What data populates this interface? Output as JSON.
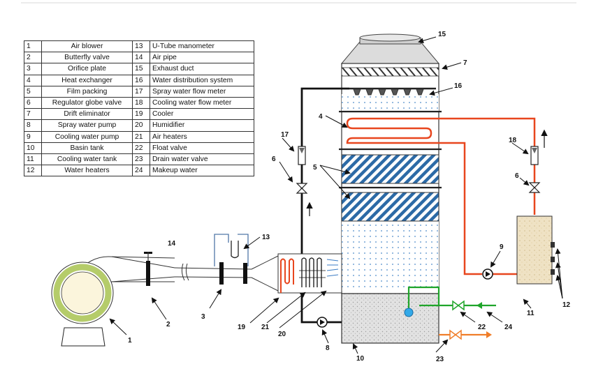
{
  "legend": {
    "left": [
      {
        "n": "1",
        "name": "Air blower"
      },
      {
        "n": "2",
        "name": "Butterfly valve"
      },
      {
        "n": "3",
        "name": "Orifice plate"
      },
      {
        "n": "4",
        "name": "Heat exchanger"
      },
      {
        "n": "5",
        "name": "Film packing"
      },
      {
        "n": "6",
        "name": "Regulator globe valve"
      },
      {
        "n": "7",
        "name": "Drift eliminator"
      },
      {
        "n": "8",
        "name": "Spray water pump"
      },
      {
        "n": "9",
        "name": "Cooling water pump"
      },
      {
        "n": "10",
        "name": "Basin tank"
      },
      {
        "n": "11",
        "name": "Cooling water tank"
      },
      {
        "n": "12",
        "name": "Water heaters"
      }
    ],
    "right": [
      {
        "n": "13",
        "name": "U-Tube manometer"
      },
      {
        "n": "14",
        "name": "Air pipe"
      },
      {
        "n": "15",
        "name": "Exhaust duct"
      },
      {
        "n": "16",
        "name": "Water distribution system"
      },
      {
        "n": "17",
        "name": "Spray water flow meter"
      },
      {
        "n": "18",
        "name": "Cooling water flow meter"
      },
      {
        "n": "19",
        "name": "Cooler"
      },
      {
        "n": "20",
        "name": "Humidifier"
      },
      {
        "n": "21",
        "name": "Air heaters"
      },
      {
        "n": "22",
        "name": "Float valve"
      },
      {
        "n": "23",
        "name": "Drain water valve"
      },
      {
        "n": "24",
        "name": "Makeup water"
      }
    ]
  },
  "callouts": {
    "c1": "1",
    "c2": "2",
    "c3": "3",
    "c4": "4",
    "c5": "5",
    "c6a": "6",
    "c6b": "6",
    "c7": "7",
    "c8": "8",
    "c9": "9",
    "c10": "10",
    "c11": "11",
    "c12": "12",
    "c13": "13",
    "c14": "14",
    "c15": "15",
    "c16": "16",
    "c17": "17",
    "c18": "18",
    "c19": "19",
    "c20": "20",
    "c21": "21",
    "c22": "22",
    "c23": "23",
    "c24": "24"
  },
  "colors": {
    "hot_pipe": "#e8461e",
    "makeup_pipe": "#1fa52a",
    "drain_pipe": "#f07d28",
    "packing_hatch": "#2c6aa6",
    "spray_dots": "#4a88c8",
    "tank_fill": "#f1e4c8",
    "blower_core": "#fbf5dc"
  }
}
